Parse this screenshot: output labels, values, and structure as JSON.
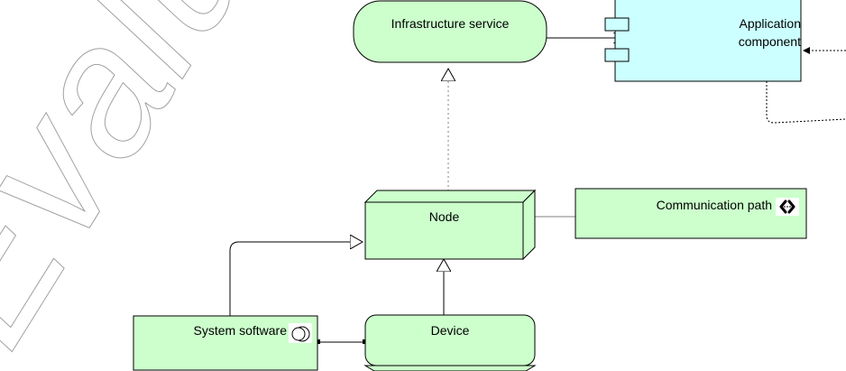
{
  "watermark": {
    "text": "Evaluation"
  },
  "elements": {
    "infrastructure_service": {
      "label": "Infrastructure service"
    },
    "application_component": {
      "label_line1": "Application",
      "label_line2": "component"
    },
    "node": {
      "label": "Node"
    },
    "communication_path": {
      "label": "Communication path",
      "icon": "bidirectional-arrow-icon"
    },
    "system_software": {
      "label": "System software",
      "icon": "system-software-icon"
    },
    "device": {
      "label": "Device"
    }
  },
  "colors": {
    "element_fill": "#ccffcc",
    "application_fill": "#ccffff",
    "stroke": "#000000",
    "connector_gray": "#808080",
    "watermark_stroke": "#a0a0a0"
  }
}
